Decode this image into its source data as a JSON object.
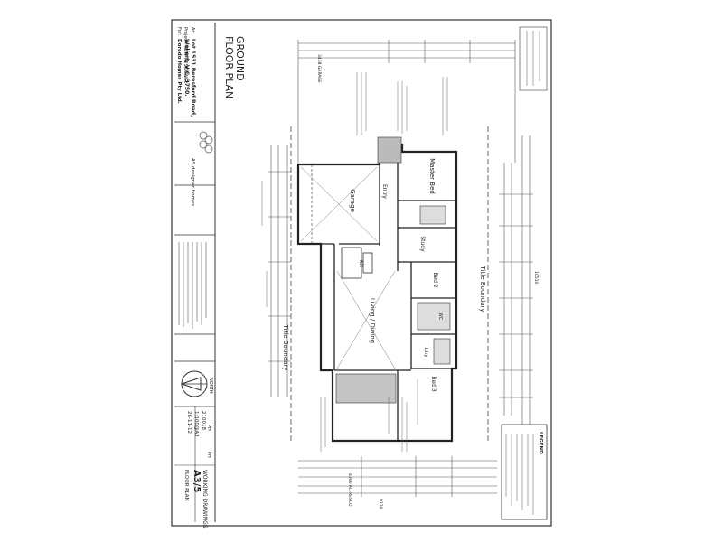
{
  "title_block": {
    "title_line1": "GROUND",
    "title_line2": "FLOOR PLAN",
    "project": "Project: NEW RESIDENCE",
    "at_label": "At:",
    "address1": "Lot 1531 Beresford Road,",
    "address2": "Wollert, VIC, 3750.",
    "for_label": "For:",
    "client": "Dorado Homes Pty Ltd.",
    "designer": "AS designer homes",
    "stage": "WORKING DRAWINGS",
    "sheet_no": "A3/5",
    "sheet_title": "FLOOR PLAN",
    "date": "26-11-12",
    "scale": "1:100@A3",
    "job_no": "210018",
    "drawn": "PH",
    "checked": "PH",
    "north_label": "NORTH"
  },
  "rooms": {
    "garage": "Garage",
    "entry": "Entry",
    "master_bed": "Master Bed",
    "study": "Study",
    "bed2": "Bed 2",
    "kit": "Kit",
    "living_dining": "Living / Dining",
    "bed3": "Bed 3",
    "ldry": "Ldry",
    "wc": "WC"
  },
  "labels": {
    "title_boundary_right": "Title Boundary",
    "title_boundary_left": "Title Boundary"
  },
  "dimensions": {
    "garage": "3438 GARAGE",
    "overall_top": "10510",
    "alfresco": "4300 ALFRESCO",
    "overall_bottom": "9130"
  },
  "legend": {
    "heading": "LEGEND"
  }
}
